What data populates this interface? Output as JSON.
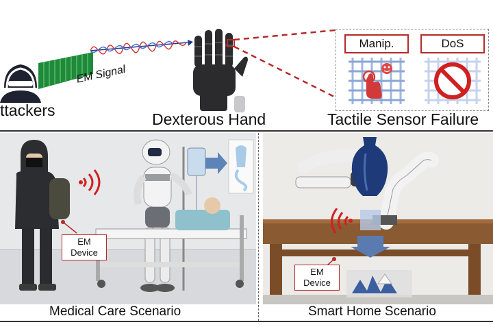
{
  "top": {
    "attackers_label": "ttackers",
    "em_signal_label": "EM Signal",
    "hand_label": "Dexterous Hand",
    "tactile_label": "Tactile Sensor Failure",
    "manip_label": "Manip.",
    "dos_label": "DoS"
  },
  "panels": {
    "medical": {
      "caption": "Medical Care Scenario",
      "em_device_line1": "EM",
      "em_device_line2": "Device"
    },
    "home": {
      "caption": "Smart Home Scenario",
      "em_device_line1": "EM",
      "em_device_line2": "Device"
    }
  },
  "colors": {
    "accent_red": "#b52a2a",
    "grid_blue": "#8aa6d6",
    "antenna_green": "#1e8a3a"
  }
}
